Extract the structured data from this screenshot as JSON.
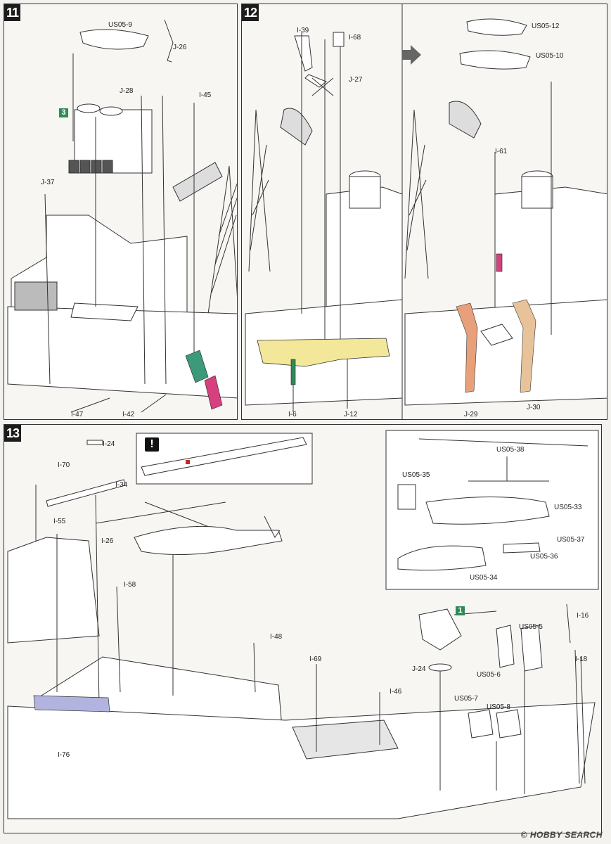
{
  "steps": {
    "s11": "11",
    "s12": "12",
    "s13": "13"
  },
  "step11": {
    "badge": "3",
    "labels": [
      "US05-9",
      "J-26",
      "J-28",
      "I-45",
      "J-37",
      "I-47",
      "I-42"
    ]
  },
  "step12": {
    "labels": [
      "I-39",
      "I-68",
      "J-27",
      "I-6",
      "J-12",
      "US05-12",
      "US05-10",
      "I-61",
      "J-29",
      "J-30"
    ]
  },
  "step13": {
    "warning": "!",
    "badge": "1",
    "labels": [
      "I-24",
      "I-70",
      "I-34",
      "I-55",
      "I-26",
      "I-58",
      "I-48",
      "I-69",
      "I-46",
      "I-76",
      "J-24",
      "US05-5",
      "US05-6",
      "US05-7",
      "US05-8",
      "I-16",
      "I-18"
    ],
    "inset_labels": [
      "US05-38",
      "US05-35",
      "US05-33",
      "US05-37",
      "US05-36",
      "US05-34"
    ]
  },
  "watermark": {
    "brand": "HOBBY SEARCH",
    "symbol": "©"
  },
  "colors": {
    "yellow_part": "#f3e79a",
    "green_part": "#2e8b57",
    "pink_part": "#d6407f",
    "orange_part": "#e8a07a",
    "tan_part": "#e8c39a",
    "purple_part": "#b3b3e0",
    "teal_part": "#3c9a7a"
  }
}
